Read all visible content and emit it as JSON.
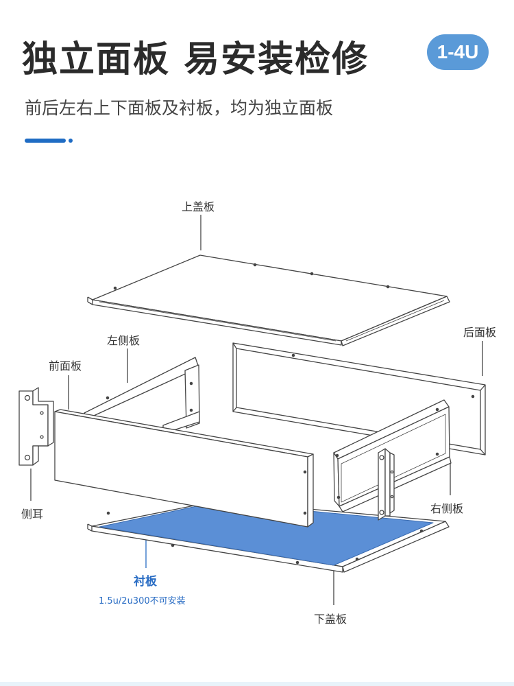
{
  "header": {
    "title": "独立面板 易安装检修",
    "badge": "1-4U",
    "subtitle": "前后左右上下面板及衬板，均为独立面板"
  },
  "labels": {
    "top_cover": "上盖板",
    "rear_panel": "后面板",
    "left_side": "左侧板",
    "front_panel": "前面板",
    "side_ear": "侧耳",
    "right_side": "右侧板",
    "liner": "衬板",
    "liner_note": "1.5u/2u300不可安装",
    "bottom_cover": "下盖板"
  },
  "colors": {
    "accent": "#1f6cc4",
    "badge": "#5a9ad8",
    "liner_fill": "#5b8fd6",
    "line": "#444444"
  }
}
